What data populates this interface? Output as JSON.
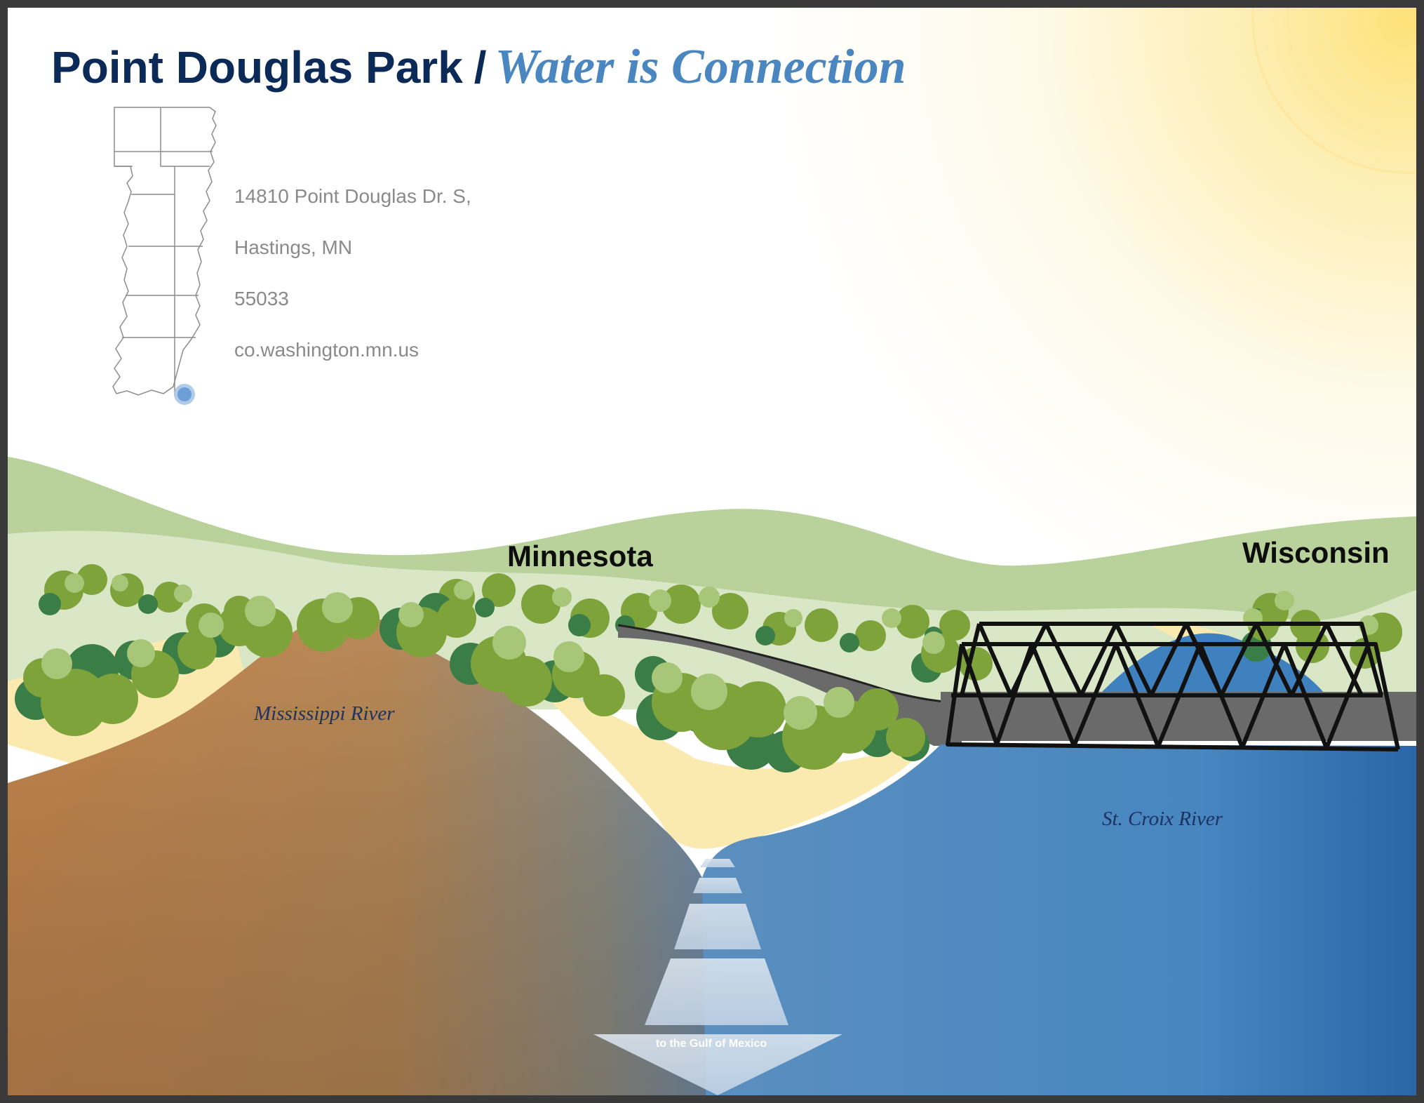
{
  "header": {
    "title_main": "Point Douglas Park",
    "title_separator": "/",
    "title_sub": "Water is Connection"
  },
  "address": {
    "street": "14810 Point Douglas Dr. S,",
    "city": "Hastings, MN",
    "zip": "55033",
    "website": "co.washington.mn.us"
  },
  "labels": {
    "minnesota": "Minnesota",
    "wisconsin": "Wisconsin",
    "mississippi": "Mississippi River",
    "st_croix": "St. Croix River",
    "gulf": "to the Gulf of Mexico"
  },
  "colors": {
    "title_dark": "#0b2a58",
    "title_accent": "#4a86c0",
    "mississippi_brown": "#c4864e",
    "st_croix_blue": "#3f80bf",
    "hill_green": "#b9d19a",
    "tree_green": "#7ea33a",
    "sand": "#fbeab0",
    "road_gray": "#6a6a6a",
    "location_marker": "#6b9fd6"
  },
  "icons": {
    "county_map": "washington-county-map-icon",
    "location_marker": "location-dot-icon",
    "bridge": "truss-bridge-icon"
  }
}
